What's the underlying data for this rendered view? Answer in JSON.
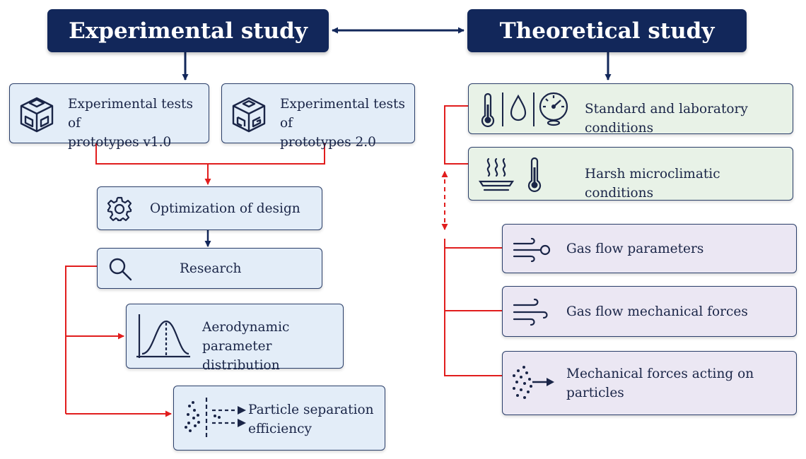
{
  "headers": {
    "experimental": "Experimental study",
    "theoretical": "Theoretical study"
  },
  "experimental": {
    "prototype_v1": {
      "line1": "Experimental tests of",
      "line2": "prototypes v1.0",
      "icon": "cube-prototype-icon"
    },
    "prototype_v2": {
      "line1": "Experimental tests of",
      "line2": "prototypes 2.0",
      "icon": "cube-prototype-icon"
    },
    "optimization": {
      "label": "Optimization of design",
      "icon": "gear-icon"
    },
    "research": {
      "label": "Research",
      "icon": "magnifier-icon"
    },
    "aerodynamic": {
      "line1": "Aerodynamic",
      "line2": "parameter distribution",
      "icon": "distribution-curve-icon"
    },
    "separation": {
      "line1": "Particle separation",
      "line2": "efficiency",
      "icon": "particle-separation-icon"
    }
  },
  "theoretical": {
    "standard": {
      "label": "Standard and laboratory conditions",
      "icons": [
        "thermometer-icon",
        "droplet-icon",
        "gauge-icon"
      ]
    },
    "harsh": {
      "label": "Harsh microclimatic conditions",
      "icons": [
        "heat-plate-icon",
        "thermometer-icon"
      ]
    },
    "gas_params": {
      "label": "Gas flow parameters",
      "icon": "wind-sensor-icon"
    },
    "gas_forces": {
      "label": "Gas flow mechanical forces",
      "icon": "wind-icon"
    },
    "particle_forces": {
      "line1": "Mechanical forces acting on",
      "line2": "particles",
      "icon": "particles-arrow-icon"
    }
  },
  "colors": {
    "navy": "#12275a",
    "red": "#e11d1d",
    "box_blue": "#e3edf8",
    "box_green": "#e8f2e7",
    "box_violet": "#ebe7f3",
    "border": "#2b3f6a",
    "text": "#1a2547"
  }
}
